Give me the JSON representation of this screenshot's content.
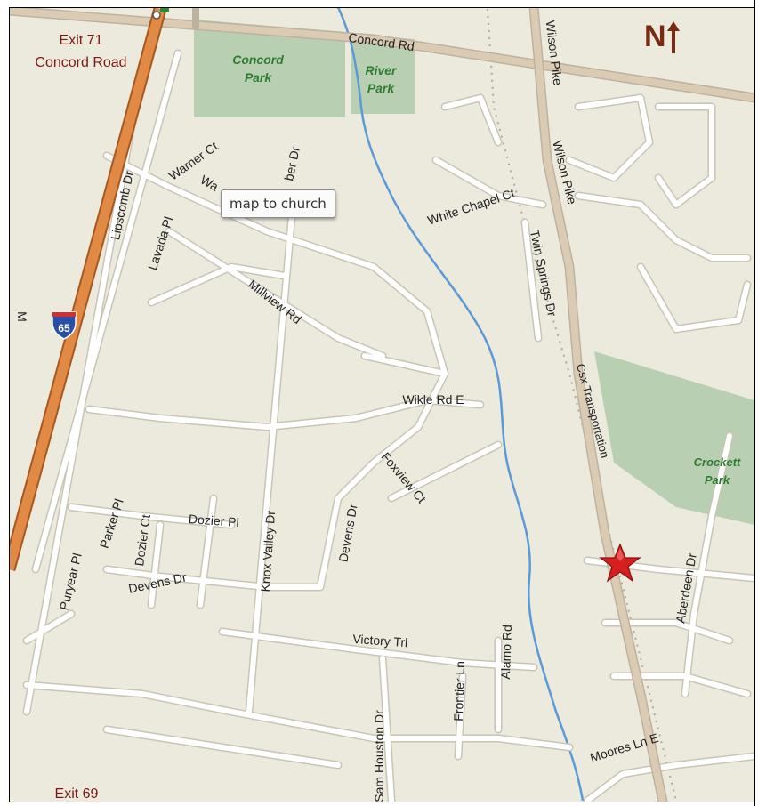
{
  "tooltip": {
    "text": "map to church"
  },
  "compass": {
    "letter": "N",
    "arrow_icon": "north-arrow-icon"
  },
  "exits": [
    {
      "line1": "Exit 71",
      "line2": "Concord Road"
    },
    {
      "line1": "Exit 69"
    }
  ],
  "interstate": {
    "shield_text": "65",
    "icon": "interstate-shield-icon"
  },
  "parks": [
    {
      "line1": "Concord",
      "line2": "Park"
    },
    {
      "line1": "River",
      "line2": "Park"
    },
    {
      "line1": "Crockett",
      "line2": "Park"
    }
  ],
  "streets": [
    "Concord Rd",
    "Wilson Pike",
    "Wilson Pike",
    "Warner Ct",
    "Wa",
    "ber Dr",
    "Lipscomb Dr",
    "Lavada Pl",
    "White Chapel Ct",
    "Twin Springs Dr",
    "Millview Rd",
    "M",
    "Wikle Rd E",
    "Foxview Ct",
    "Csx Transportation",
    "Parker Pl",
    "Dozier Ct",
    "Dozier Pl",
    "Knox Valley Dr",
    "Devens Dr",
    "Puryear Pl",
    "Devens Dr",
    "Victory Trl",
    "Alamo Rd",
    "Frontier Ln",
    "Aberdeen Dr",
    "Sam Houston Dr",
    "Moores Ln E"
  ],
  "marker": {
    "icon": "church-star-icon"
  },
  "colors": {
    "background": "#ece9dd",
    "road": "#ffffff",
    "road_casing": "#c9c5b6",
    "arterial": "#d8c8b0",
    "interstate": "#e08a45",
    "park": "#b9cfb2",
    "creek": "#5a9ad8",
    "marker": "#d61f1f"
  }
}
